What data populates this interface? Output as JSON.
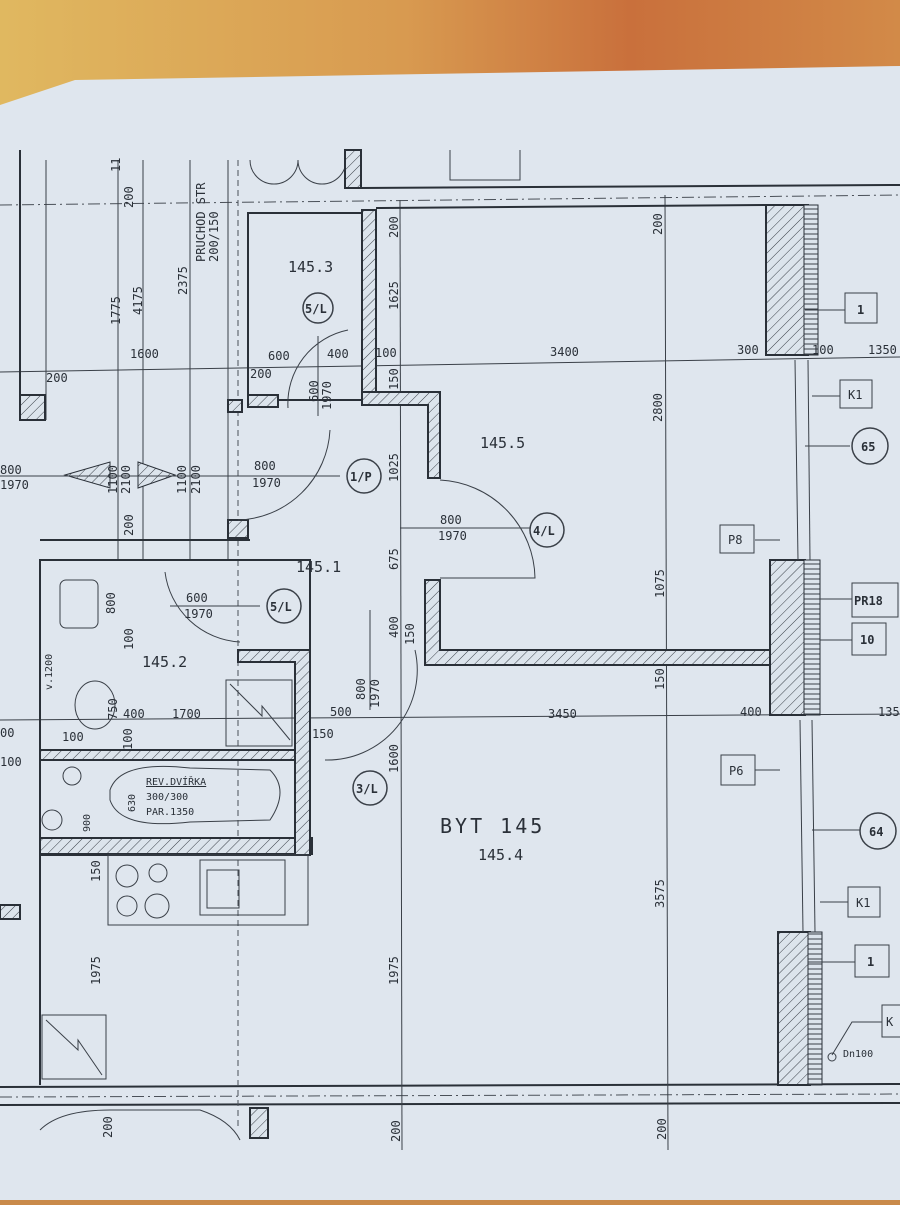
{
  "plan": {
    "apartment_label": "BYT  145",
    "rooms": {
      "r1451": "145.1",
      "r1452": "145.2",
      "r1453": "145.3",
      "r1454": "145.4",
      "r1455": "145.5"
    },
    "doors": {
      "d5L_top": "5/L",
      "d1P": "1/P",
      "d4L": "4/L",
      "d5L_bath": "5/L",
      "d3L": "3/L"
    },
    "window_tags": {
      "w65": "65",
      "w64": "64"
    },
    "boxes": {
      "b1_top": "1",
      "k1_top": "K1",
      "p8": "P8",
      "pr18": "PR18",
      "b10": "10",
      "p6": "P6",
      "k1_bottom": "K1",
      "b1_bottom": "1",
      "k_edge": "K"
    },
    "notes": {
      "pruchod": "PRUCHOD  STR",
      "pruchod_size": "200/150",
      "revdvirka": "REV.DVÍŘKA",
      "rev_size": "300/300",
      "rev_par": "PAR.1350",
      "dn100": "Dn100",
      "side_v1200": "v.1200"
    },
    "dimensions": {
      "h200_left": "200",
      "h1600": "1600",
      "h200_b": "200",
      "h600": "600",
      "h400": "400",
      "h100": "100",
      "h3400": "3400",
      "h300": "300",
      "h100_r": "100",
      "h1350": "1350",
      "v11": "11",
      "v200_top": "200",
      "v1775": "1775",
      "v4175": "4175",
      "v2375": "2375",
      "v200_145_5": "200",
      "v1625": "1625",
      "v150": "150",
      "v1025": "1025",
      "v675": "675",
      "v400": "400",
      "v150_b": "150",
      "v2800": "2800",
      "v200_r": "200",
      "v1075": "1075",
      "v150_r": "150",
      "door_600": "600",
      "door_1970_a": "1970",
      "door_800_l": "800",
      "door_1970_l": "1970",
      "v1100_a": "1100",
      "v2100_a": "2100",
      "v1100_b": "1100",
      "v2100_b": "2100",
      "v200_c": "200",
      "door_800_b": "800",
      "door_1970_b": "1970",
      "door_800_c": "800",
      "door_1970_c": "1970",
      "door_600_bath": "600",
      "door_1970_bath": "1970",
      "v800_bath": "800",
      "v100_bath": "100",
      "v750": "750",
      "h400_bath": "400",
      "h1700": "1700",
      "h100_bath": "100",
      "v100_bath2": "100",
      "v630": "630",
      "v900": "900",
      "h500": "500",
      "h150_mid": "150",
      "door_800_d": "800",
      "door_1970_d": "1970",
      "v1600": "1600",
      "h3450": "3450",
      "h400_r": "400",
      "h135": "135",
      "v150_k": "150",
      "v3575": "3575",
      "v1975_l": "1975",
      "v1975_m": "1975",
      "v200_bl": "200",
      "v200_bm": "200",
      "v200_br": "200",
      "h100_left": "100",
      "h00_left": "00"
    }
  }
}
